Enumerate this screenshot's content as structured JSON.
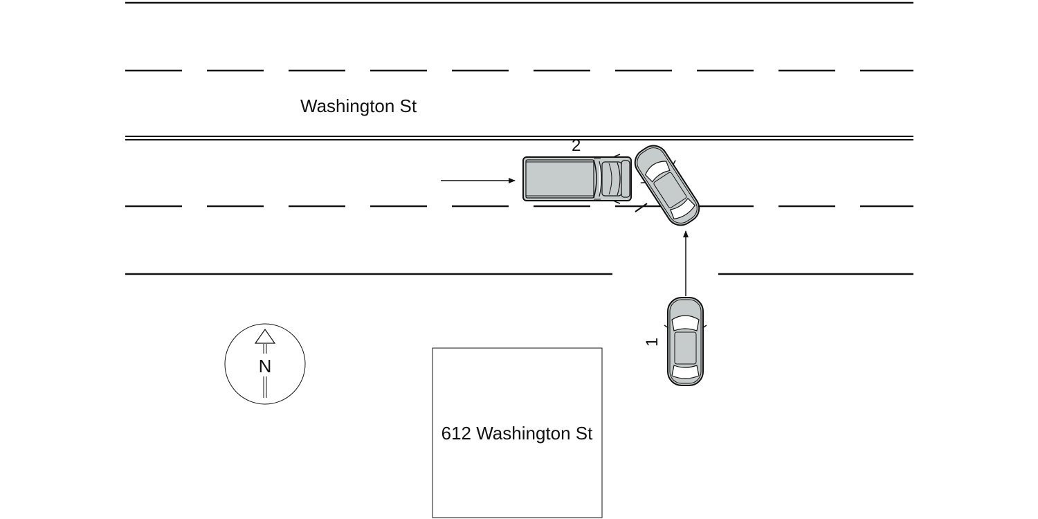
{
  "street": {
    "name": "Washington St"
  },
  "building": {
    "address": "612 Washington St"
  },
  "compass": {
    "letter": "N"
  },
  "vehicles": [
    {
      "number": "1",
      "kind": "car",
      "heading": "north"
    },
    {
      "number": "2",
      "kind": "pickup truck",
      "heading": "east"
    }
  ],
  "colors": {
    "vehicle_body": "#c6cccb",
    "line": "#111111"
  }
}
